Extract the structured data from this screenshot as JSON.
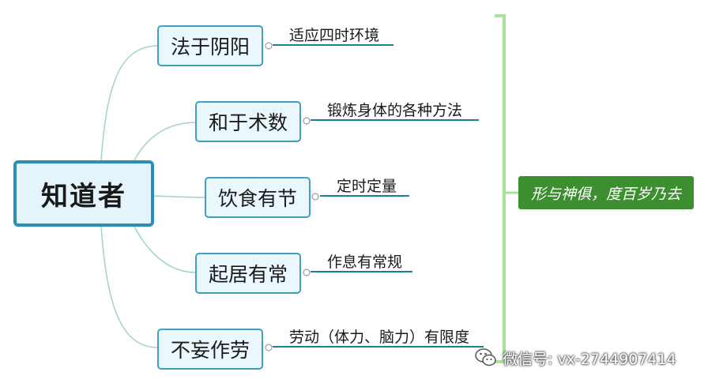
{
  "root": {
    "label": "知道者"
  },
  "branches": [
    {
      "label": "法于阴阳",
      "leaf": "适应四时环境"
    },
    {
      "label": "和于术数",
      "leaf": "锻炼身体的各种方法"
    },
    {
      "label": "饮食有节",
      "leaf": "定时定量"
    },
    {
      "label": "起居有常",
      "leaf": "作息有常规"
    },
    {
      "label": "不妄作劳",
      "leaf": "劳动（体力、脑力）有限度"
    }
  ],
  "summary": {
    "label": "形与神俱，度百岁乃去"
  },
  "watermark": {
    "text": "微信号: vx-2744907414",
    "icon": "wechat-icon"
  },
  "colors": {
    "connector": "#9fd4c8",
    "node_border": "#3da0c2",
    "leaf_line": "#1c7f93",
    "bracket": "#a8e29a",
    "summary_bg": "#3c8f2e"
  }
}
